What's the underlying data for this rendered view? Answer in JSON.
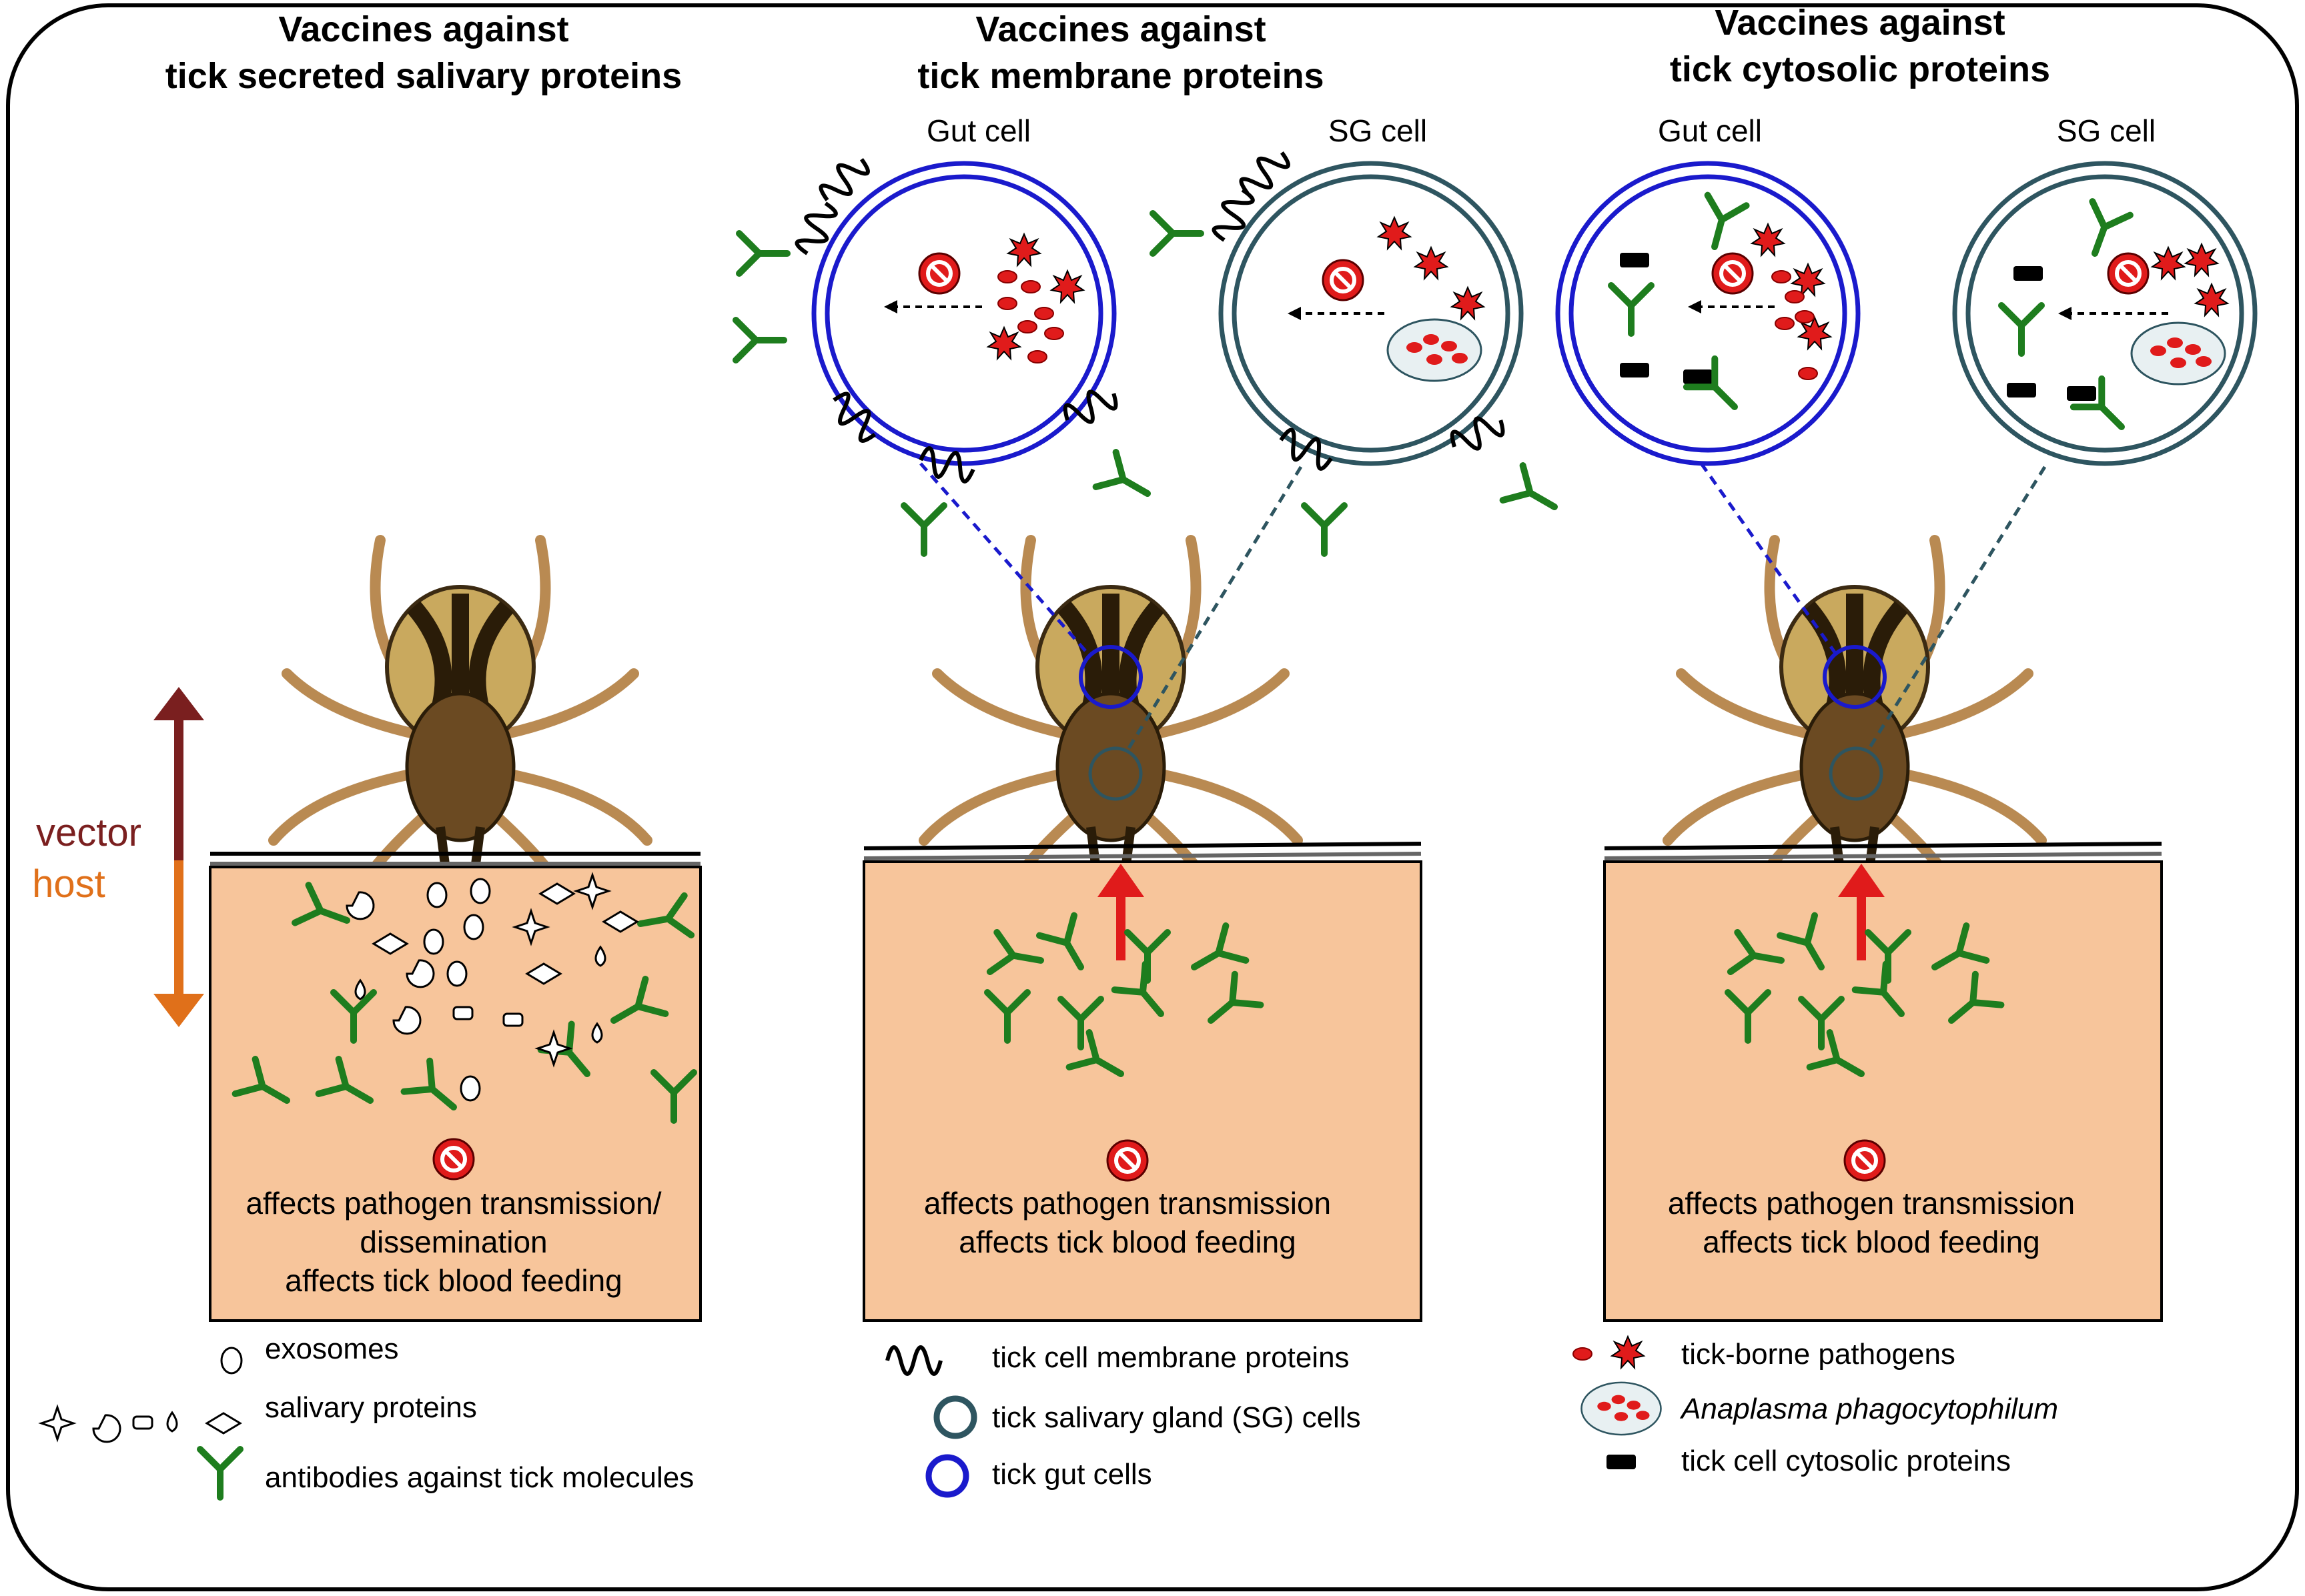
{
  "titles": {
    "salivary": [
      "Vaccines against",
      "tick secreted salivary proteins"
    ],
    "membrane": [
      "Vaccines against",
      "tick membrane proteins"
    ],
    "cytosolic": [
      "Vaccines against",
      "tick cytosolic proteins"
    ]
  },
  "cells": {
    "membrane_gut": "Gut cell",
    "membrane_sg": "SG cell",
    "cytosolic_gut": "Gut cell",
    "cytosolic_sg": "SG cell"
  },
  "axis": {
    "vector": "vector",
    "host": "host",
    "vector_color": "#7a1f1f",
    "host_color": "#e0701a"
  },
  "boxes": {
    "salivary": [
      "affects pathogen transmission/",
      "dissemination",
      "affects tick blood feeding"
    ],
    "membrane": [
      "affects pathogen transmission",
      "affects tick blood feeding"
    ],
    "cytosolic": [
      "affects pathogen transmission",
      "affects tick blood feeding"
    ]
  },
  "legend": {
    "exosomes": "exosomes",
    "salivary_proteins": "salivary proteins",
    "antibodies": "antibodies against tick molecules",
    "membrane_proteins": "tick cell membrane proteins",
    "sg_cells": "tick salivary gland (SG) cells",
    "gut_cells": "tick gut cells",
    "pathogens": "tick-borne pathogens",
    "anaplasma": "Anaplasma phagocytophilum",
    "cytosolic_proteins": "tick cell cytosolic proteins"
  },
  "colors": {
    "host_tissue": "#f7c59b",
    "antibody": "#1e7d1e",
    "gut_cell": "#1a1acc",
    "sg_cell": "#2e5560",
    "pathogen": "#e01b1b",
    "arrow_up": "#e01b1b"
  }
}
